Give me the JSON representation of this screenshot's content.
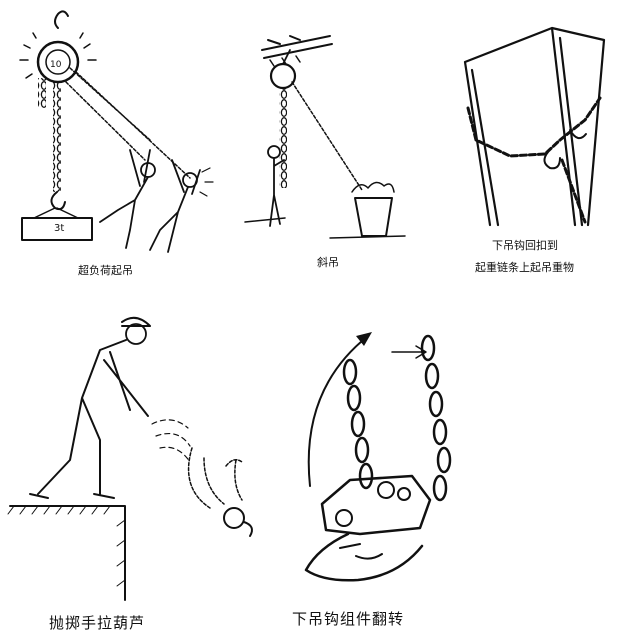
{
  "panels": [
    {
      "id": "overload",
      "caption": "超负荷起吊",
      "weight_label": "3t"
    },
    {
      "id": "oblique",
      "caption": "斜吊"
    },
    {
      "id": "hook-back",
      "caption_line1": "下吊钩回扣到",
      "caption_line2": "起重链条上起吊重物"
    },
    {
      "id": "throw",
      "caption": "抛掷手拉葫芦"
    },
    {
      "id": "flip",
      "caption": "下吊钩组件翻转"
    }
  ]
}
